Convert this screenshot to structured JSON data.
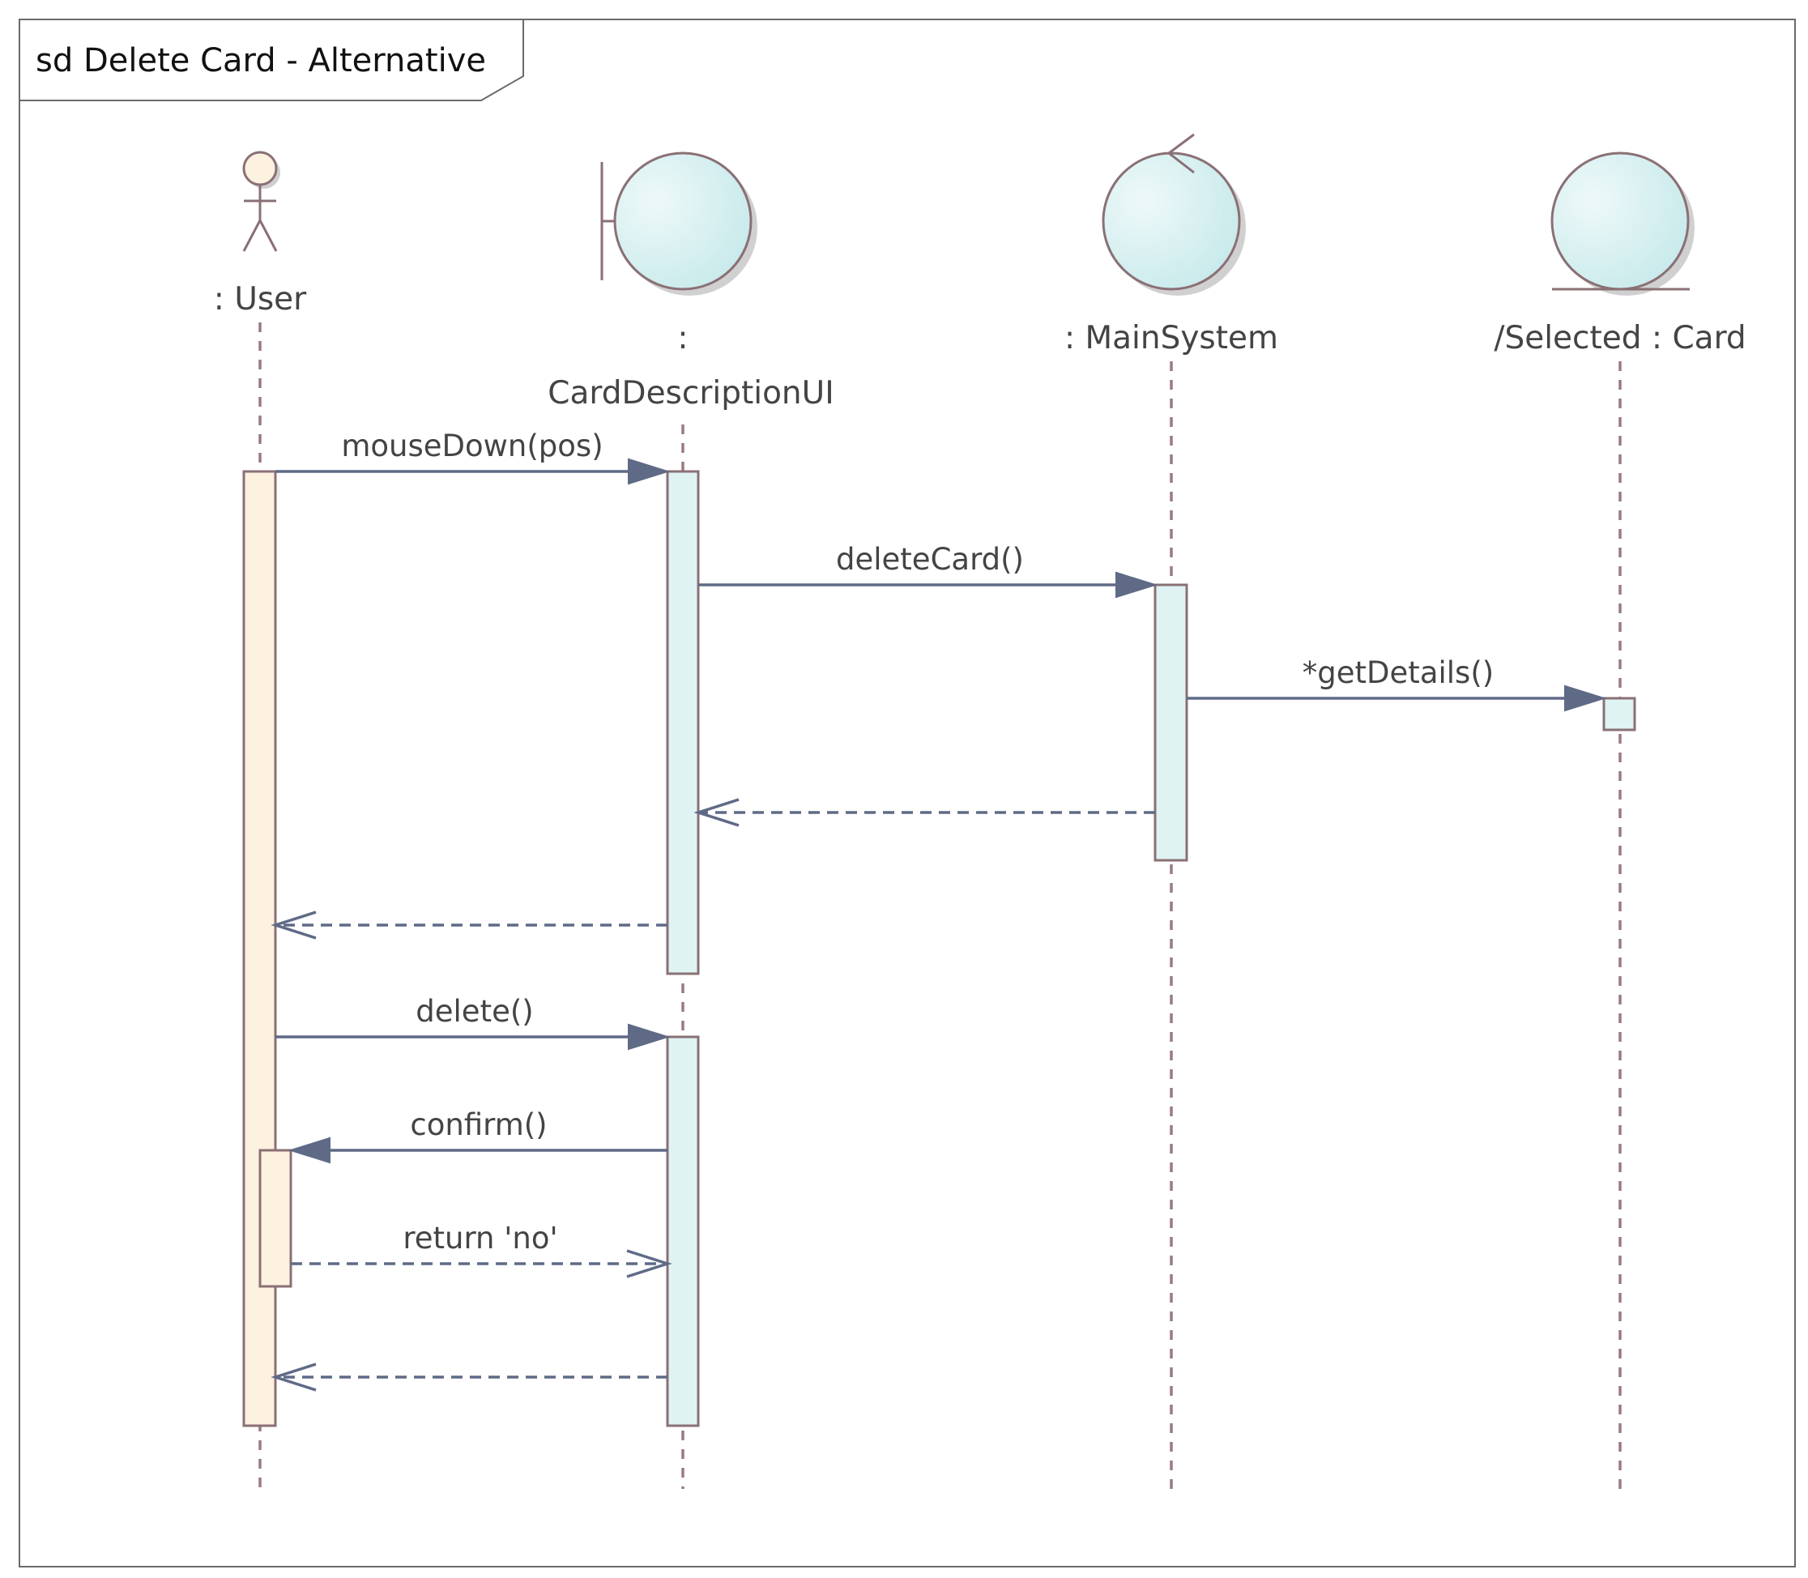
{
  "frame": {
    "title": "sd Delete Card - Alternative"
  },
  "lifelines": [
    {
      "id": "user",
      "kind": "actor",
      "label": ": User"
    },
    {
      "id": "ui",
      "kind": "boundary",
      "label_line1": ":",
      "label_line2": "CardDescriptionUI"
    },
    {
      "id": "main",
      "kind": "control",
      "label": ": MainSystem"
    },
    {
      "id": "card",
      "kind": "entity",
      "label": "/Selected : Card"
    }
  ],
  "messages": [
    {
      "from": "user",
      "to": "ui",
      "label": "mouseDown(pos)",
      "style": "sync"
    },
    {
      "from": "ui",
      "to": "main",
      "label": "deleteCard()",
      "style": "sync"
    },
    {
      "from": "main",
      "to": "card",
      "label": "*getDetails()",
      "style": "sync"
    },
    {
      "from": "main",
      "to": "ui",
      "label": "",
      "style": "return"
    },
    {
      "from": "ui",
      "to": "user",
      "label": "",
      "style": "return"
    },
    {
      "from": "user",
      "to": "ui",
      "label": "delete()",
      "style": "sync"
    },
    {
      "from": "ui",
      "to": "user",
      "label": "confirm()",
      "style": "sync"
    },
    {
      "from": "user",
      "to": "ui",
      "label": "return 'no'",
      "style": "return"
    },
    {
      "from": "ui",
      "to": "user",
      "label": "",
      "style": "return"
    }
  ],
  "colors": {
    "actor_fill": "#fdf1e0",
    "object_fill": "#dff3f3",
    "message_line": "#5f6a86",
    "lifeline": "#9a7a80"
  }
}
